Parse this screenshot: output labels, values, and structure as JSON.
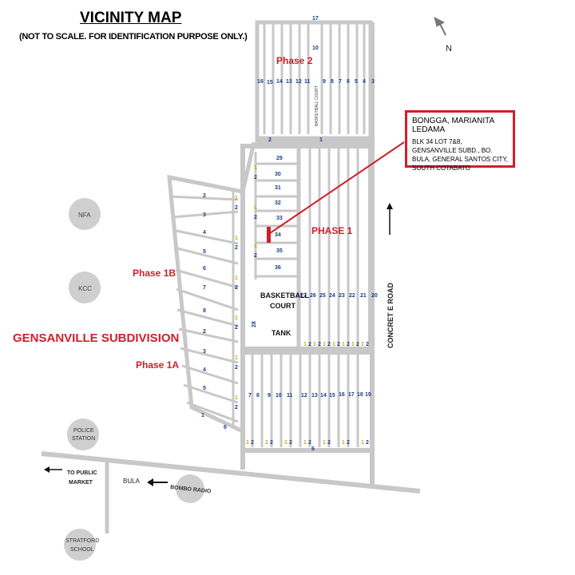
{
  "title": "VICINITY MAP",
  "subtitle": "(NOT TO SCALE. FOR IDENTIFICATION PURPOSE ONLY.)",
  "north_label": "N",
  "subdivision_name": "GENSANVILLE SUBDIVISION",
  "phase_labels": {
    "phase2": "Phase 2",
    "phase1": "PHASE 1",
    "phase1b": "Phase 1B",
    "phase1a": "Phase 1A"
  },
  "colors": {
    "road": "#c8c8c8",
    "accent": "#d11f2a",
    "lot_number": "#1d3f8a",
    "sub_lot": "#e1a000"
  },
  "callout": {
    "name": "BONGGA, MARIANITA LEDAMA",
    "address": "BLK 34 LOT 7&8, GENSANVILLE SUBD., BO. BULA, GENERAL SANTOS CITY, SOUTH COTABATO"
  },
  "landmarks": {
    "nfa": "NFA",
    "kcc": "KCC",
    "police_station": [
      "POLICE",
      "STATION"
    ],
    "bombo_radio": "BOMBO RADIO",
    "stratford_school": [
      "STRATFORD",
      "SCHOOL"
    ],
    "to_public_market": [
      "TO PUBLIC",
      "MARKET"
    ],
    "bula": "BULA",
    "concrete_road": "CONCRET E ROAD",
    "basketball_court": [
      "BASKETBALL",
      "COURT"
    ],
    "tank": "TANK",
    "side_court": "BASKETBALL COURT"
  },
  "phase2_blocks": {
    "top": "17",
    "row": [
      "16",
      "15",
      "14",
      "13",
      "12",
      "11",
      "9",
      "8",
      "7",
      "6",
      "5",
      "4",
      "3"
    ],
    "mid": "10",
    "bottom": [
      "2",
      "1"
    ]
  },
  "phase1_blocks": {
    "left_column": [
      "29",
      "30",
      "31",
      "32",
      "33",
      "34",
      "35",
      "36"
    ],
    "row": [
      "27",
      "26",
      "25",
      "24",
      "23",
      "22",
      "21",
      "20"
    ],
    "vertical_road": "28"
  },
  "phase1b_blocks": [
    "2",
    "3",
    "4",
    "5",
    "6",
    "7",
    "8"
  ],
  "phase1a_blocks": [
    "2",
    "3",
    "4",
    "5",
    "1",
    "6"
  ],
  "south_blocks": {
    "row": [
      "7",
      "8",
      "9",
      "10",
      "11",
      "12",
      "13",
      "14",
      "15",
      "16",
      "17",
      "18",
      "19"
    ],
    "bottom": "6"
  },
  "sub_lots": [
    "1",
    "2"
  ]
}
